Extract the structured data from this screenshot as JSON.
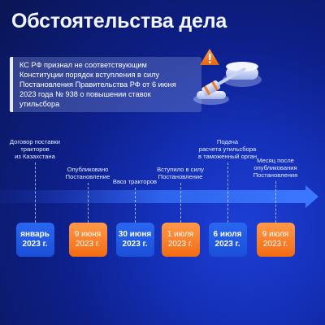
{
  "title": "Обстоятельства дела",
  "callout": {
    "text_lines": [
      "КС РФ признал не соответствующим",
      "Конституции порядок вступления в силу",
      "Постановления Правительства РФ от 6 июня",
      "2023 года № 938 о повышении ставок",
      "утильсбора"
    ]
  },
  "illustration": {
    "icon": "gavel-warning-icon",
    "accent": "#f47a1f"
  },
  "timeline": {
    "events": [
      {
        "label_lines": [
          "Договор поставки",
          "тракторов",
          "из Казахстана"
        ],
        "date_lines": [
          "январь",
          "2023 г."
        ],
        "style": "blue"
      },
      {
        "label_lines": [
          "Опубликовано",
          "Постановление"
        ],
        "date_lines": [
          "9 июня",
          "2023 г."
        ],
        "style": "orange"
      },
      {
        "label_lines": [
          "Ввоз тракторов"
        ],
        "date_lines": [
          "30 июня",
          "2023 г."
        ],
        "style": "blue"
      },
      {
        "label_lines": [
          "Вступило в силу",
          "Постановление"
        ],
        "date_lines": [
          "1 июля",
          "2023 г."
        ],
        "style": "orange"
      },
      {
        "label_lines": [
          "Подача",
          "расчета утильсбора",
          "в таможенный орган"
        ],
        "date_lines": [
          "6 июля",
          "2023 г."
        ],
        "style": "blue"
      },
      {
        "label_lines": [
          "Месяц после",
          "опубликования",
          "Постановления"
        ],
        "date_lines": [
          "9 июля",
          "2023 г."
        ],
        "style": "orange"
      }
    ]
  },
  "colors": {
    "blue_box": "#1f57e0",
    "orange_box": "#f47a1f",
    "background": "#1430b8"
  }
}
